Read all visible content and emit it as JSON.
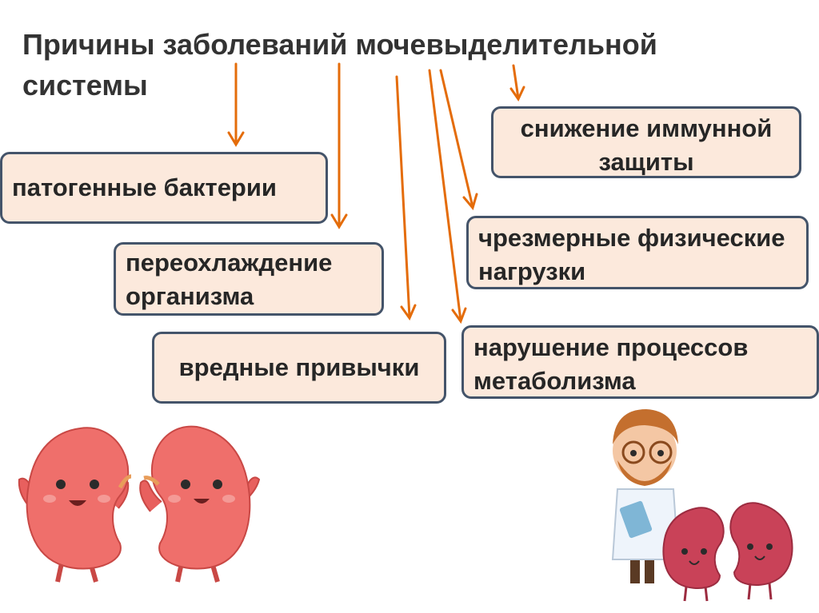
{
  "title": "Причины заболеваний мочевыделительной системы",
  "causes": [
    "патогенные бактерии",
    "переохлаждение организма",
    "вредные привычки",
    "снижение иммунной защиты",
    "чрезмерные физические нагрузки",
    "нарушение процессов метаболизма"
  ],
  "colors": {
    "arrow": "#e46c0a",
    "box_fill": "#fce9dc",
    "box_border": "#44546a",
    "kidney": "#e8605e",
    "doctor_coat": "#eef4fb"
  },
  "icons": [
    "kidney-mascot-icon",
    "doctor-icon"
  ]
}
